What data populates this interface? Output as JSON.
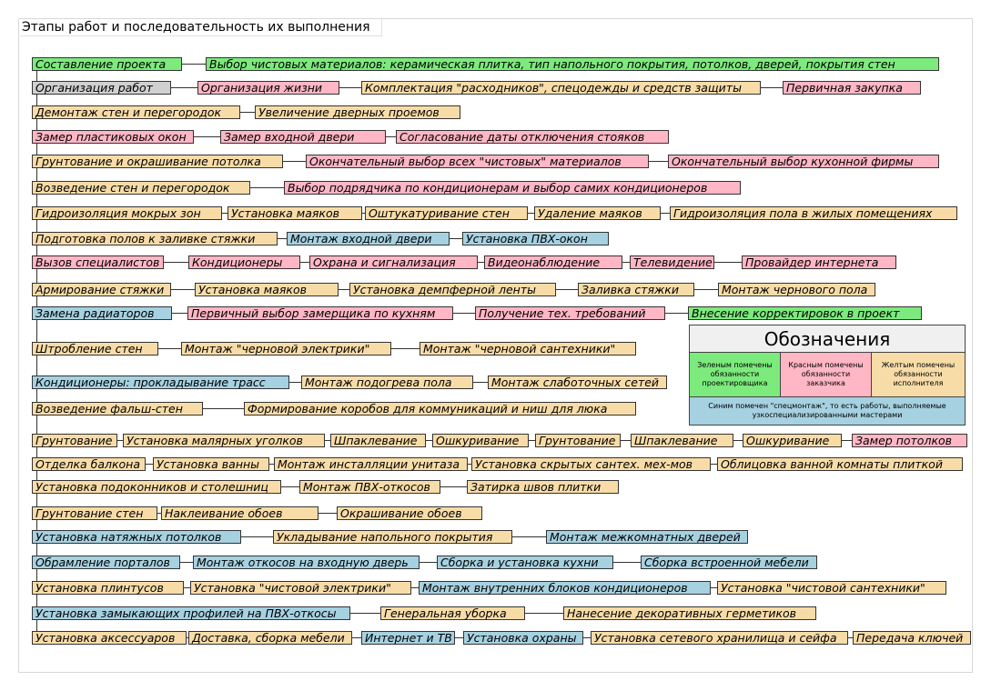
{
  "title": "Этапы работ и последовательность их выполнения",
  "legend": {
    "title": "Обозначения",
    "green": "Зеленым помечены обязанности проектировщика",
    "red": "Красным помечены обязанности заказчика",
    "yellow": "Желтым помечены обязанности исполнителя",
    "blue": "Синим помечен \"спецмонтаж\", то есть работы, выполняемые узкоспециализированными мастерами"
  },
  "colors": {
    "green": "#7cea7c",
    "gray": "#d0d0d0",
    "red": "#ffb6c5",
    "orange": "#f8dca8",
    "blue": "#a6d1e1"
  },
  "rows": [
    [
      {
        "text": "Составление проекта",
        "color": "green"
      },
      {
        "text": "Выбор чистовых материалов: керамическая плитка, тип напольного покрытия, потолков, дверей, покрытия стен",
        "color": "green"
      }
    ],
    [
      {
        "text": "Организация работ",
        "color": "gray"
      },
      {
        "text": "Организация жизни",
        "color": "red"
      },
      {
        "text": "Комплектация \"расходников\", спецодежды и средств защиты",
        "color": "orange"
      },
      {
        "text": "Первичная закупка",
        "color": "red"
      }
    ],
    [
      {
        "text": "Демонтаж стен и перегородок",
        "color": "orange"
      },
      {
        "text": "Увеличение дверных проемов",
        "color": "orange"
      }
    ],
    [
      {
        "text": "Замер пластиковых окон",
        "color": "red"
      },
      {
        "text": "Замер входной двери",
        "color": "red"
      },
      {
        "text": "Согласование даты отключения стояков",
        "color": "red"
      }
    ],
    [
      {
        "text": "Грунтование и окрашивание потолка",
        "color": "orange"
      },
      {
        "text": "Окончательный выбор всех \"чистовых\" материалов",
        "color": "red"
      },
      {
        "text": "Окончательный выбор кухонной фирмы",
        "color": "red"
      }
    ],
    [
      {
        "text": "Возведение стен и перегородок",
        "color": "orange"
      },
      {
        "text": "Выбор подрядчика по кондиционерам и выбор самих кондиционеров",
        "color": "red"
      }
    ],
    [
      {
        "text": "Гидроизоляция мокрых зон",
        "color": "orange"
      },
      {
        "text": "Установка маяков",
        "color": "orange"
      },
      {
        "text": "Оштукатуривание стен",
        "color": "orange"
      },
      {
        "text": "Удаление маяков",
        "color": "orange"
      },
      {
        "text": "Гидроизоляция пола в жилых помещениях",
        "color": "orange"
      }
    ],
    [
      {
        "text": "Подготовка полов к заливке стяжки",
        "color": "orange"
      },
      {
        "text": "Монтаж входной двери",
        "color": "blue"
      },
      {
        "text": "Установка ПВХ-окон",
        "color": "blue"
      }
    ],
    [
      {
        "text": "Вызов специалистов",
        "color": "red"
      },
      {
        "text": "Кондиционеры",
        "color": "red"
      },
      {
        "text": "Охрана и сигнализация",
        "color": "red"
      },
      {
        "text": "Видеонаблюдение",
        "color": "red"
      },
      {
        "text": "Телевидение",
        "color": "red"
      },
      {
        "text": "Провайдер интернета",
        "color": "red"
      }
    ],
    [
      {
        "text": "Армирование стяжки",
        "color": "orange"
      },
      {
        "text": "Установка маяков",
        "color": "orange"
      },
      {
        "text": "Установка демпферной ленты",
        "color": "orange"
      },
      {
        "text": "Заливка стяжки",
        "color": "orange"
      },
      {
        "text": "Монтаж чернового пола",
        "color": "orange"
      }
    ],
    [
      {
        "text": "Замена радиаторов",
        "color": "blue"
      },
      {
        "text": "Первичный выбор замерщика по кухням",
        "color": "red"
      },
      {
        "text": "Получение тех. требований",
        "color": "red"
      },
      {
        "text": "Внесение корректировок в проект",
        "color": "green"
      }
    ],
    [
      {
        "text": "Штробление стен",
        "color": "orange"
      },
      {
        "text": "Монтаж \"черновой электрики\"",
        "color": "orange"
      },
      {
        "text": "Монтаж \"черновой сантехники\"",
        "color": "orange"
      }
    ],
    [
      {
        "text": "Кондиционеры: прокладывание трасс",
        "color": "blue"
      },
      {
        "text": "Монтаж подогрева пола",
        "color": "orange"
      },
      {
        "text": "Монтаж слаботочных сетей",
        "color": "orange"
      }
    ],
    [
      {
        "text": "Возведение фальш-стен",
        "color": "orange"
      },
      {
        "text": "Формирование коробов для коммуникаций и ниш для люка",
        "color": "orange"
      }
    ],
    [
      {
        "text": "Грунтование",
        "color": "orange"
      },
      {
        "text": "Установка малярных уголков",
        "color": "orange"
      },
      {
        "text": "Шпаклевание",
        "color": "orange"
      },
      {
        "text": "Ошкуривание",
        "color": "orange"
      },
      {
        "text": "Грунтование",
        "color": "orange"
      },
      {
        "text": "Шпаклевание",
        "color": "orange"
      },
      {
        "text": "Ошкуривание",
        "color": "orange"
      },
      {
        "text": "Замер потолков",
        "color": "red"
      }
    ],
    [
      {
        "text": "Отделка балкона",
        "color": "orange"
      },
      {
        "text": "Установка ванны",
        "color": "orange"
      },
      {
        "text": "Монтаж инсталляции унитаза",
        "color": "orange"
      },
      {
        "text": "Установка скрытых сантех. мех-мов",
        "color": "orange"
      },
      {
        "text": "Облицовка ванной комнаты плиткой",
        "color": "orange"
      }
    ],
    [
      {
        "text": "Установка подоконников и столешниц",
        "color": "orange"
      },
      {
        "text": "Монтаж ПВХ-откосов",
        "color": "orange"
      },
      {
        "text": "Затирка швов плитки",
        "color": "orange"
      }
    ],
    [
      {
        "text": "Грунтование стен",
        "color": "orange"
      },
      {
        "text": "Наклеивание обоев",
        "color": "orange"
      },
      {
        "text": "Окрашивание обоев",
        "color": "orange"
      }
    ],
    [
      {
        "text": "Установка натяжных потолков",
        "color": "blue"
      },
      {
        "text": "Укладывание напольного покрытия",
        "color": "orange"
      },
      {
        "text": "Монтаж межкомнатных дверей",
        "color": "blue"
      }
    ],
    [
      {
        "text": "Обрамление порталов",
        "color": "blue"
      },
      {
        "text": "Монтаж откосов на входную дверь",
        "color": "blue"
      },
      {
        "text": "Сборка и установка кухни",
        "color": "blue"
      },
      {
        "text": "Сборка встроенной мебели",
        "color": "blue"
      }
    ],
    [
      {
        "text": "Установка плинтусов",
        "color": "orange"
      },
      {
        "text": "Установка \"чистовой электрики\"",
        "color": "orange"
      },
      {
        "text": "Монтаж внутренних блоков кондиционеров",
        "color": "blue"
      },
      {
        "text": "Установка \"чистовой сантехники\"",
        "color": "orange"
      }
    ],
    [
      {
        "text": "Установка замыкающих профилей на ПВХ-откосы",
        "color": "blue"
      },
      {
        "text": "Генеральная уборка",
        "color": "orange"
      },
      {
        "text": "Нанесение декоративных герметиков",
        "color": "orange"
      }
    ],
    [
      {
        "text": "Установка аксессуаров",
        "color": "orange"
      },
      {
        "text": "Доставка, сборка мебели",
        "color": "orange"
      },
      {
        "text": "Интернет и ТВ",
        "color": "blue"
      },
      {
        "text": "Установка охраны",
        "color": "blue"
      },
      {
        "text": "Установка сетевого хранилища и сейфа",
        "color": "orange"
      },
      {
        "text": "Передача ключей",
        "color": "orange"
      }
    ]
  ]
}
